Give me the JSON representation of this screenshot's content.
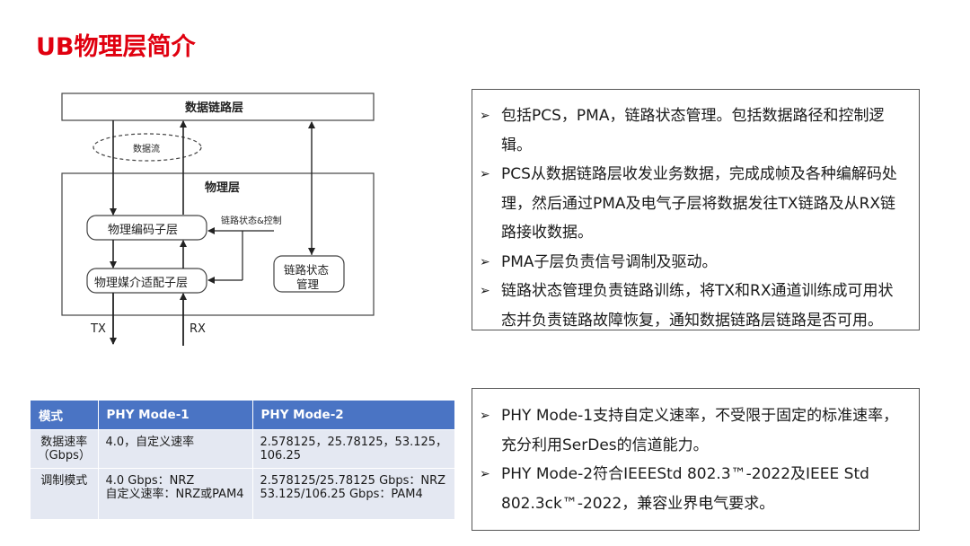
{
  "page_title": "UB物理层简介",
  "diagram": {
    "data_link_layer": "数据链路层",
    "data_flow": "数据流",
    "physical_layer": "物理层",
    "pcs": "物理编码子层",
    "pma": "物理媒介适配子层",
    "link_control": "链路状态&控制",
    "link_mgmt_line1": "链路状态",
    "link_mgmt_line2": "管理",
    "tx": "TX",
    "rx": "RX"
  },
  "bullets_top": [
    "包括PCS，PMA，链路状态管理。包括数据路径和控制逻辑。",
    "PCS从数据链路层收发业务数据，完成成帧及各种编解码处理，然后通过PMA及电气子层将数据发往TX链路及从RX链路接收数据。",
    "PMA子层负责信号调制及驱动。",
    "链路状态管理负责链路训练，将TX和RX通道训练成可用状态并负责链路故障恢复，通知数据链路层链路是否可用。"
  ],
  "bullets_bottom": [
    "PHY Mode-1支持自定义速率，不受限于固定的标准速率，充分利用SerDes的信道能力。",
    "PHY Mode-2符合IEEEStd 802.3™-2022及IEEE Std 802.3ck™-2022，兼容业界电气要求。"
  ],
  "table": {
    "headers": [
      "模式",
      "PHY Mode-1",
      "PHY Mode-2"
    ],
    "rows": [
      {
        "label": "数据速率\n（Gbps）",
        "mode1": "4.0，自定义速率",
        "mode2": "2.578125，25.78125，53.125，106.25"
      },
      {
        "label": "调制模式",
        "mode1": "4.0 Gbps：NRZ\n自定义速率：NRZ或PAM4",
        "mode2": "2.578125/25.78125 Gbps：NRZ\n53.125/106.25 Gbps：PAM4"
      }
    ]
  }
}
